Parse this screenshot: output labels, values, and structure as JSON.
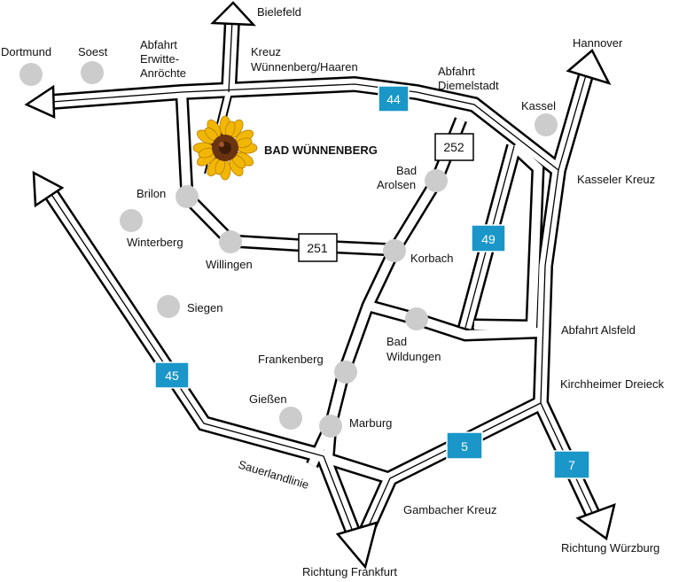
{
  "colors": {
    "road_outline": "#000000",
    "road_fill": "#ffffff",
    "city_dot": "#cccccc",
    "autobahn_shield": "#1a96c8",
    "sunflower_petal": "#f2b705",
    "sunflower_center": "#6b3410"
  },
  "marker": {
    "icon": "sunflower-icon",
    "label": "BAD WÜNNENBERG"
  },
  "autobahns": {
    "a44": "44",
    "a49": "49",
    "a45": "45",
    "a5": "5",
    "a7": "7"
  },
  "federal_roads": {
    "b252": "252",
    "b251": "251"
  },
  "cities": {
    "dortmund": "Dortmund",
    "soest": "Soest",
    "brilon": "Brilon",
    "winterberg": "Winterberg",
    "willingen": "Willingen",
    "siegen": "Siegen",
    "korbach": "Korbach",
    "bad_arolsen_1": "Bad",
    "bad_arolsen_2": "Arolsen",
    "bad_wildungen_1": "Bad",
    "bad_wildungen_2": "Wildungen",
    "frankenberg": "Frankenberg",
    "giessen": "Gießen",
    "marburg": "Marburg",
    "kassel": "Kassel"
  },
  "labels": {
    "bielefeld": "Bielefeld",
    "hannover": "Hannover",
    "abfahrt_erwitte_1": "Abfahrt",
    "abfahrt_erwitte_2": "Erwitte-",
    "abfahrt_erwitte_3": "Anröchte",
    "kreuz_wuennenberg_1": "Kreuz",
    "kreuz_wuennenberg_2": "Wünnenberg/Haaren",
    "abfahrt_diemelstadt_1": "Abfahrt",
    "abfahrt_diemelstadt_2": "Diemelstadt",
    "kasseler_kreuz": "Kasseler Kreuz",
    "abfahrt_alsfeld": "Abfahrt Alsfeld",
    "kirchheimer_dreieck": "Kirchheimer Dreieck",
    "sauerlandlinie": "Sauerlandlinie",
    "gambacher_kreuz": "Gambacher Kreuz",
    "richtung_frankfurt": "Richtung Frankfurt",
    "richtung_wuerzburg": "Richtung Würzburg"
  }
}
